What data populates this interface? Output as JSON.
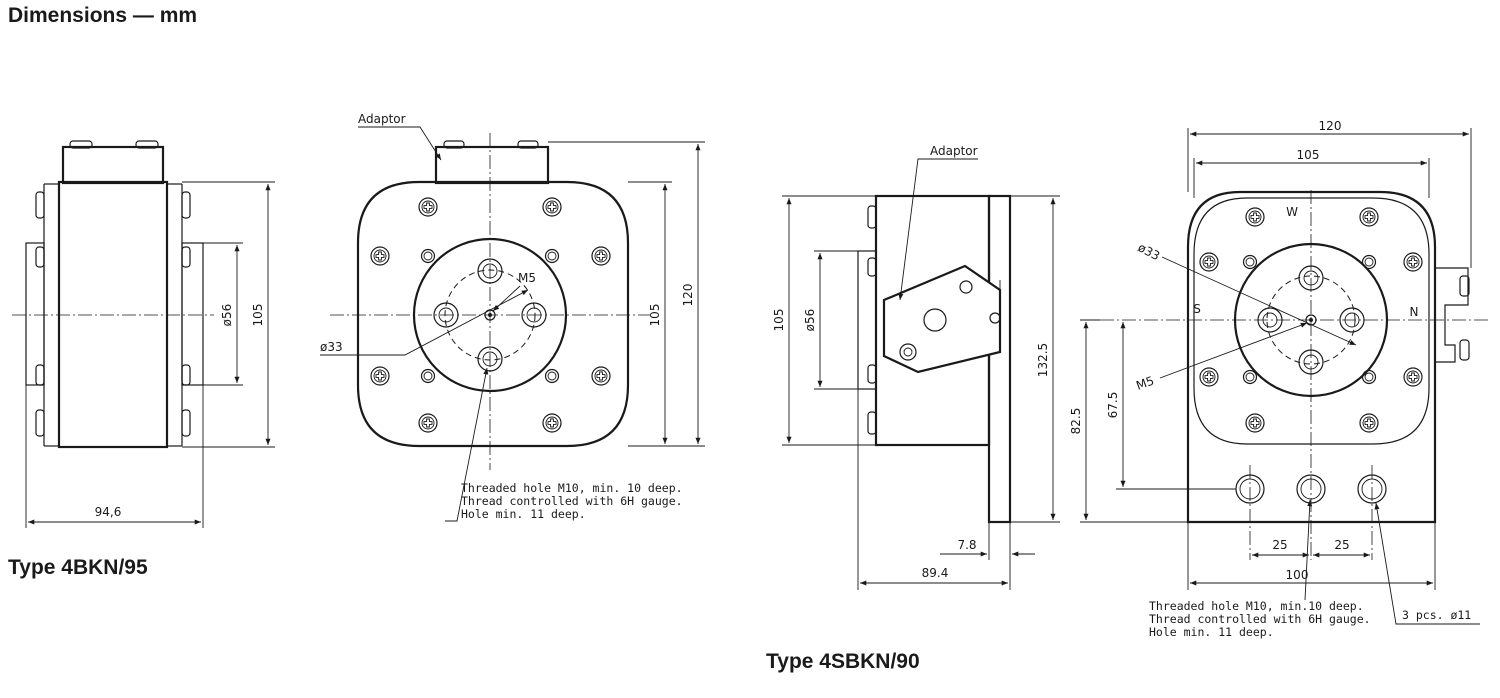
{
  "title": "Dimensions — mm",
  "views": {
    "type_a": {
      "label": "Type 4BKN/95",
      "side": {
        "dim_width": "94,6",
        "dim_height": "105",
        "dim_dia": "ø56"
      },
      "front": {
        "adaptor": "Adaptor",
        "dim_dia": "ø33",
        "dim_thread": "M5",
        "dim_inner_height": "105",
        "dim_total_height": "120",
        "note": [
          "Threaded hole M10, min. 10 deep.",
          "Thread controlled with 6H gauge.",
          "Hole min. 11 deep."
        ]
      }
    },
    "type_b": {
      "label": "Type 4SBKN/90",
      "side": {
        "adaptor": "Adaptor",
        "dim_height": "105",
        "dim_dia": "ø56",
        "dim_total_height": "132.5",
        "dim_plate": "7.8",
        "dim_depth": "89.4"
      },
      "front": {
        "dim_outer_width": "120",
        "dim_inner_width": "105",
        "dim_dia": "ø33",
        "dim_thread": "M5",
        "dim_center_height": "82.5",
        "dim_hole_height": "67.5",
        "dim_pitch_left": "25",
        "dim_pitch_right": "25",
        "dim_base_width": "100",
        "dim_holes": "3 pcs. ø11",
        "dir_w": "W",
        "dir_s": "S",
        "dir_n": "N",
        "note": [
          "Threaded hole M10, min.10 deep.",
          "Thread controlled with 6H gauge.",
          "Hole min. 11 deep."
        ]
      }
    }
  }
}
